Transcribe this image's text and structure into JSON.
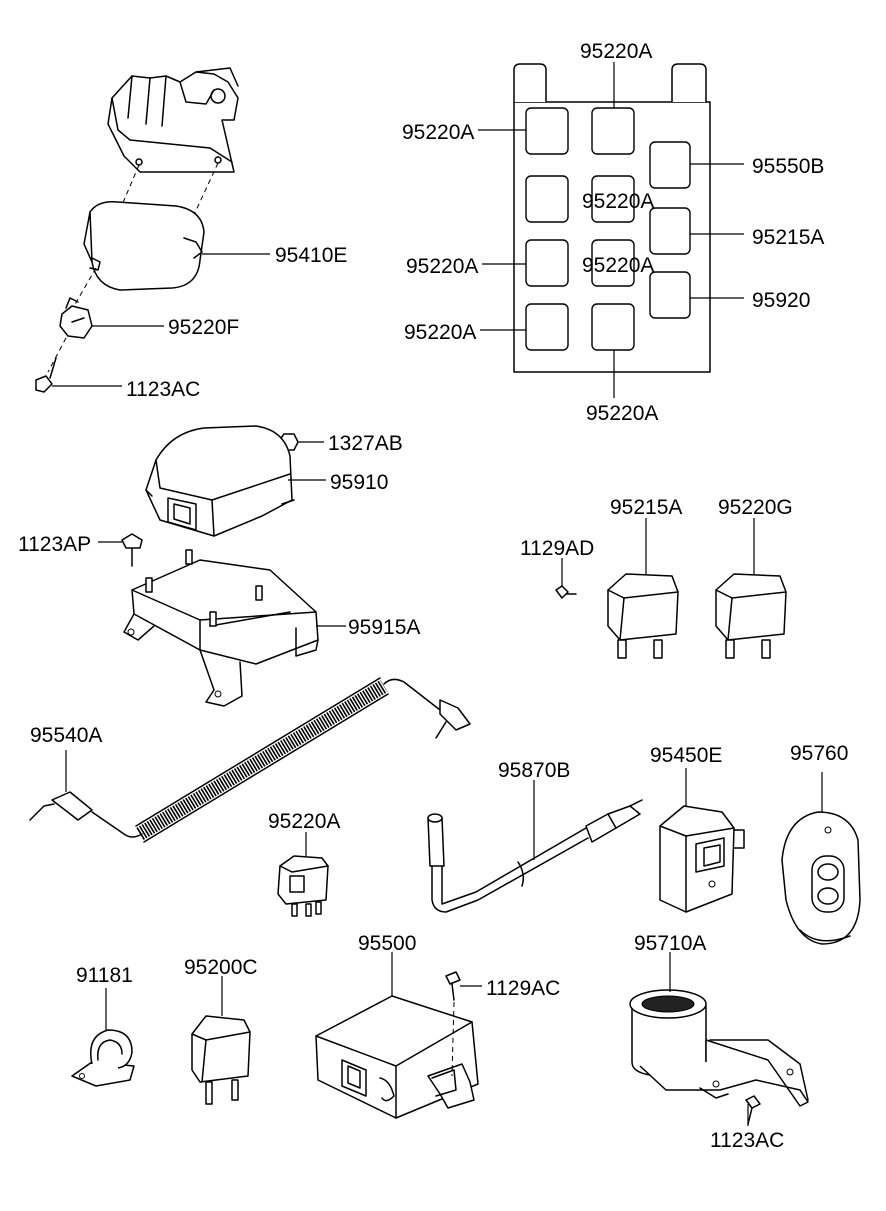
{
  "parts": {
    "mount_bracket_relay": "95410E",
    "bracket_relay_clip": "95220F",
    "bracket_screw": "1123AC",
    "junction_top": "95220A",
    "junction_left_1": "95220A",
    "junction_center_1": "95220A",
    "junction_left_2": "95220A",
    "junction_center_2": "95220A",
    "junction_left_3": "95220A",
    "junction_bottom": "95220A",
    "junction_right_1": "95550B",
    "junction_right_2": "95215A",
    "junction_right_3": "95920",
    "control_nut": "1327AB",
    "control_unit": "95910",
    "control_bolt": "1123AP",
    "control_bracket": "95915A",
    "relay_screw": "1129AD",
    "relay_a": "95215A",
    "relay_g": "95220G",
    "coil_cable": "95540A",
    "small_relay": "95220A",
    "antenna_cable": "95870B",
    "receiver_module": "95450E",
    "remote_fob": "95760",
    "cable_clip": "91181",
    "relay_c": "95200C",
    "alarm_unit": "95500",
    "alarm_screw": "1129AC",
    "siren": "95710A",
    "siren_screw": "1123AC"
  }
}
